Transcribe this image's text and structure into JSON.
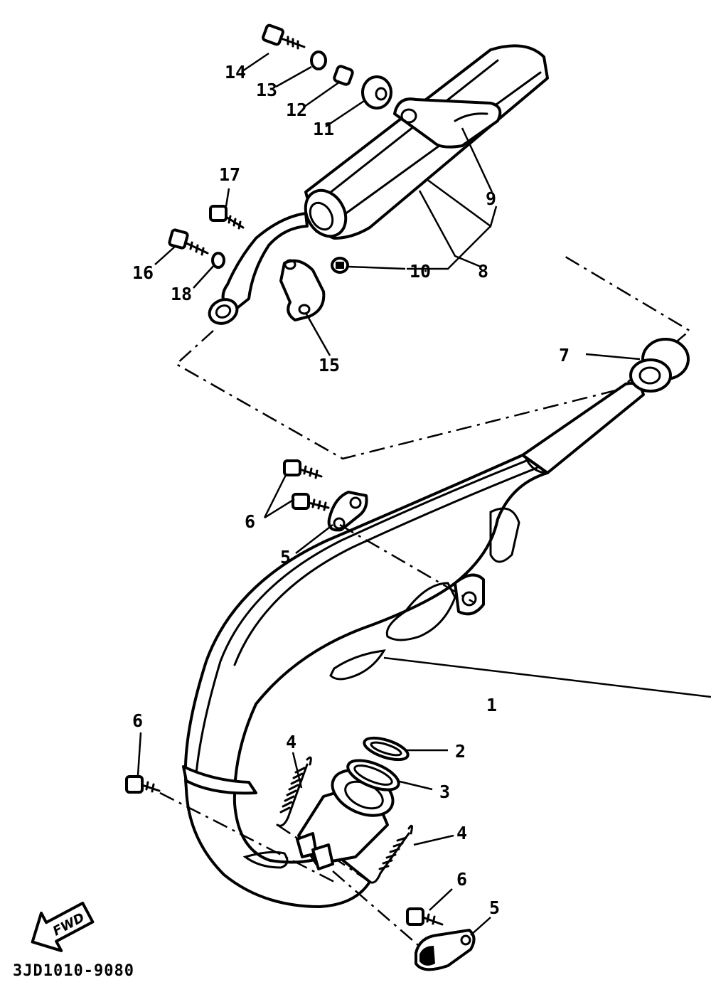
{
  "diagram_code": "3JD1010-9080",
  "direction_label": "FWD",
  "callouts": [
    "1",
    "2",
    "3",
    "4",
    "4",
    "5",
    "5",
    "6",
    "6",
    "6",
    "7",
    "8",
    "9",
    "10",
    "11",
    "12",
    "13",
    "14",
    "15",
    "16",
    "17",
    "18"
  ],
  "colors": {
    "ink": "#000000",
    "paper": "#ffffff"
  },
  "icons": [
    "forward-arrow-icon"
  ]
}
